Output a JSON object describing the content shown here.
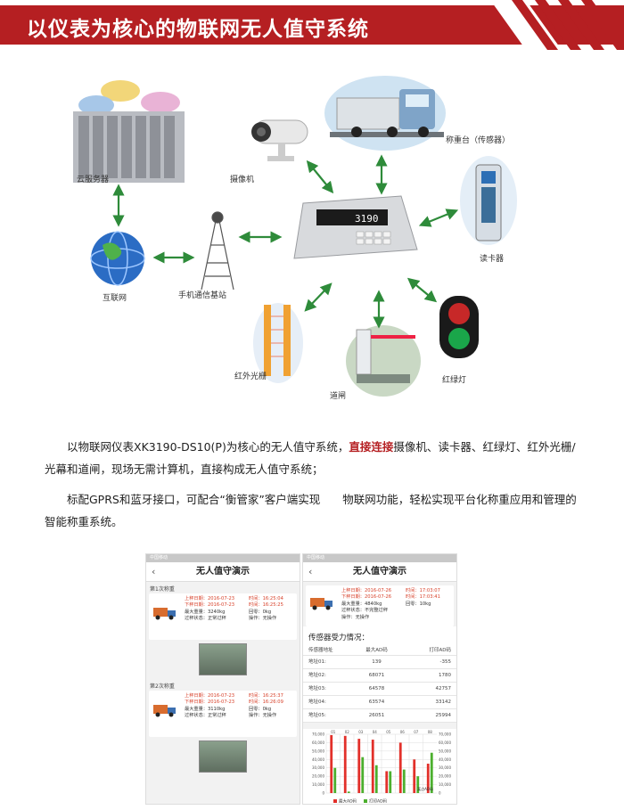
{
  "header": {
    "title": "以仪表为核心的物联网无人值守系统"
  },
  "diagram": {
    "labels": {
      "cloud": "云服务器",
      "camera": "摄像机",
      "scale": "称重台（传感器）",
      "card_reader": "读卡器",
      "internet": "互联网",
      "tower": "手机通信基站",
      "infrared": "红外光栅",
      "barrier": "道闸",
      "traffic_light": "红绿灯"
    },
    "indicator_display": "3190"
  },
  "body": {
    "p1_a": "以物联网仪表XK3190-DS10(P)为核心的无人值守系统，",
    "p1_hl": "直接连接",
    "p1_b": "摄像机、读卡器、红绿灯、红外光栅/光幕和道闸，现场无需计算机，直接构成无人值守系统；",
    "p2": "标配GPRS和蓝牙接口，可配合“衡管家”客户端实现　　物联网功能，轻松实现平台化称重应用和管理的智能称重系统。"
  },
  "phone_left": {
    "status": "中国移动",
    "back": "‹",
    "title": "无人值守演示",
    "records": [
      {
        "title": "第1次称重",
        "on_date_k": "上秤日期：",
        "on_date_v": "2016-07-23",
        "on_time_k": "时间：",
        "on_time_v": "16:25:04",
        "off_date_k": "下秤日期：",
        "off_date_v": "2016-07-23",
        "off_time_k": "时间：",
        "off_time_v": "16:25:25",
        "max_k": "最大重量：",
        "max_v": "3240kg",
        "zero_k": "回零：",
        "zero_v": "0kg",
        "state_k": "过秤状态：",
        "state_v": "正常过秤",
        "op_k": "操作：",
        "op_v": "无操作"
      },
      {
        "title": "第2次称重",
        "on_date_k": "上秤日期：",
        "on_date_v": "2016-07-23",
        "on_time_k": "时间：",
        "on_time_v": "16:25:37",
        "off_date_k": "下秤日期：",
        "off_date_v": "2016-07-23",
        "off_time_k": "时间：",
        "off_time_v": "16:26:09",
        "max_k": "最大重量：",
        "max_v": "3110kg",
        "zero_k": "回零：",
        "zero_v": "0kg",
        "state_k": "过秤状态：",
        "state_v": "正常过秤",
        "op_k": "操作：",
        "op_v": "无操作"
      }
    ]
  },
  "phone_right": {
    "status": "中国移动",
    "back": "‹",
    "title": "无人值守演示",
    "record": {
      "on_date_k": "上秤日期：",
      "on_date_v": "2016-07-26",
      "on_time_k": "时间：",
      "on_time_v": "17:03:07",
      "off_date_k": "下秤日期：",
      "off_date_v": "2016-07-26",
      "off_time_k": "时间：",
      "off_time_v": "17:03:41",
      "max_k": "最大重量：",
      "max_v": "4840kg",
      "zero_k": "回零：",
      "zero_v": "10kg",
      "state_k": "过秤状态：",
      "state_v": "不完整过秤",
      "op_k": "操作：",
      "op_v": "无操作"
    },
    "sensor_title": "传感器受力情况：",
    "table_headers": [
      "传感器地址",
      "最大AD码",
      "打印AD码"
    ],
    "table_rows": [
      [
        "地址01:",
        "139",
        "-355"
      ],
      [
        "地址02:",
        "68071",
        "1780"
      ],
      [
        "地址03:",
        "64578",
        "42757"
      ],
      [
        "地址04:",
        "63574",
        "33142"
      ],
      [
        "地址05:",
        "26051",
        "25994"
      ]
    ]
  },
  "chart_data": {
    "type": "bar",
    "categories": [
      "01",
      "02",
      "03",
      "04",
      "05",
      "06",
      "07",
      "08"
    ],
    "series": [
      {
        "name": "最大AD码",
        "values": [
          69000,
          68071,
          64578,
          63574,
          26051,
          60000,
          40000,
          35000
        ],
        "color": "#e2302a"
      },
      {
        "name": "打印AD码",
        "values": [
          30000,
          1780,
          42757,
          33142,
          25994,
          28000,
          20000,
          48000
        ],
        "color": "#4caf2e"
      }
    ],
    "ylim": [
      0,
      70000
    ],
    "yticks": [
      "70,000",
      "60,000",
      "50,000",
      "40,000",
      "30,000",
      "20,000",
      "10,000",
      "0"
    ],
    "annotation": "某点AD码",
    "grid": true,
    "legend": "bottom"
  },
  "colors": {
    "accent": "#b51f22",
    "arrow": "#2e8b3a"
  }
}
